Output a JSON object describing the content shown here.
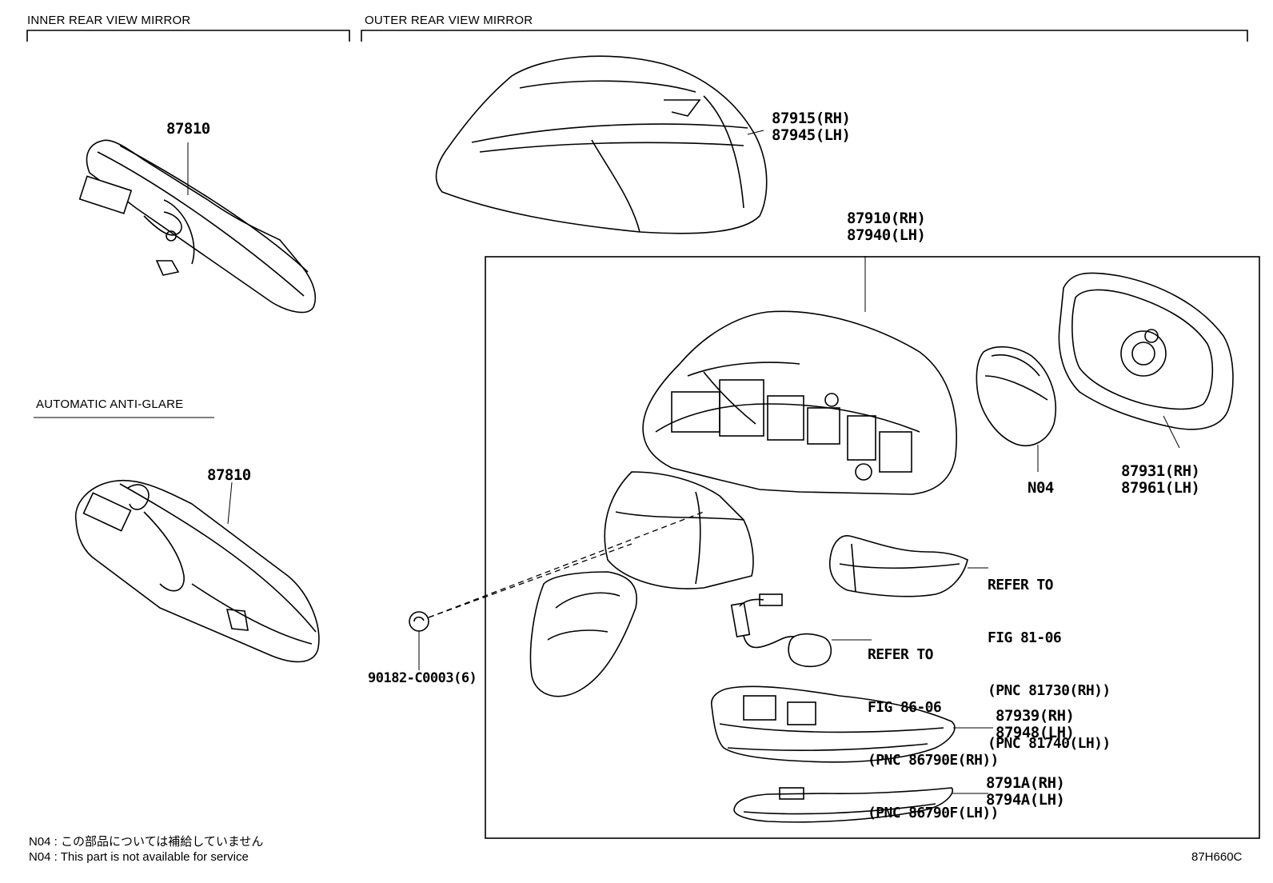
{
  "sections": {
    "inner": "INNER REAR VIEW MIRROR",
    "outer": "OUTER REAR VIEW MIRROR",
    "anti_glare": "AUTOMATIC ANTI-GLARE"
  },
  "parts": {
    "inner_mirror": "87810",
    "anti_glare_mirror": "87810",
    "cover_rh": "87915(RH)",
    "cover_lh": "87945(LH)",
    "assy_rh": "87910(RH)",
    "assy_lh": "87940(LH)",
    "glass_rh": "87931(RH)",
    "glass_lh": "87961(LH)",
    "n04": "N04",
    "lamp_rh": "87939(RH)",
    "lamp_lh": "87948(LH)",
    "lens_rh": "8791A(RH)",
    "lens_lh": "8794A(LH)",
    "clip": "90182-C0003(6)"
  },
  "refs": {
    "r1": [
      "REFER TO",
      "FIG 81-06",
      "(PNC 81730(RH))",
      "(PNC 81740(LH))"
    ],
    "r2": [
      "REFER TO",
      "FIG 86-06",
      "(PNC 86790E(RH))",
      "(PNC 86790F(LH))"
    ]
  },
  "notes": {
    "jp": "N04 : この部品については補給していません",
    "en": "N04 : This part is not available for service"
  },
  "figure_id": "87H660C"
}
